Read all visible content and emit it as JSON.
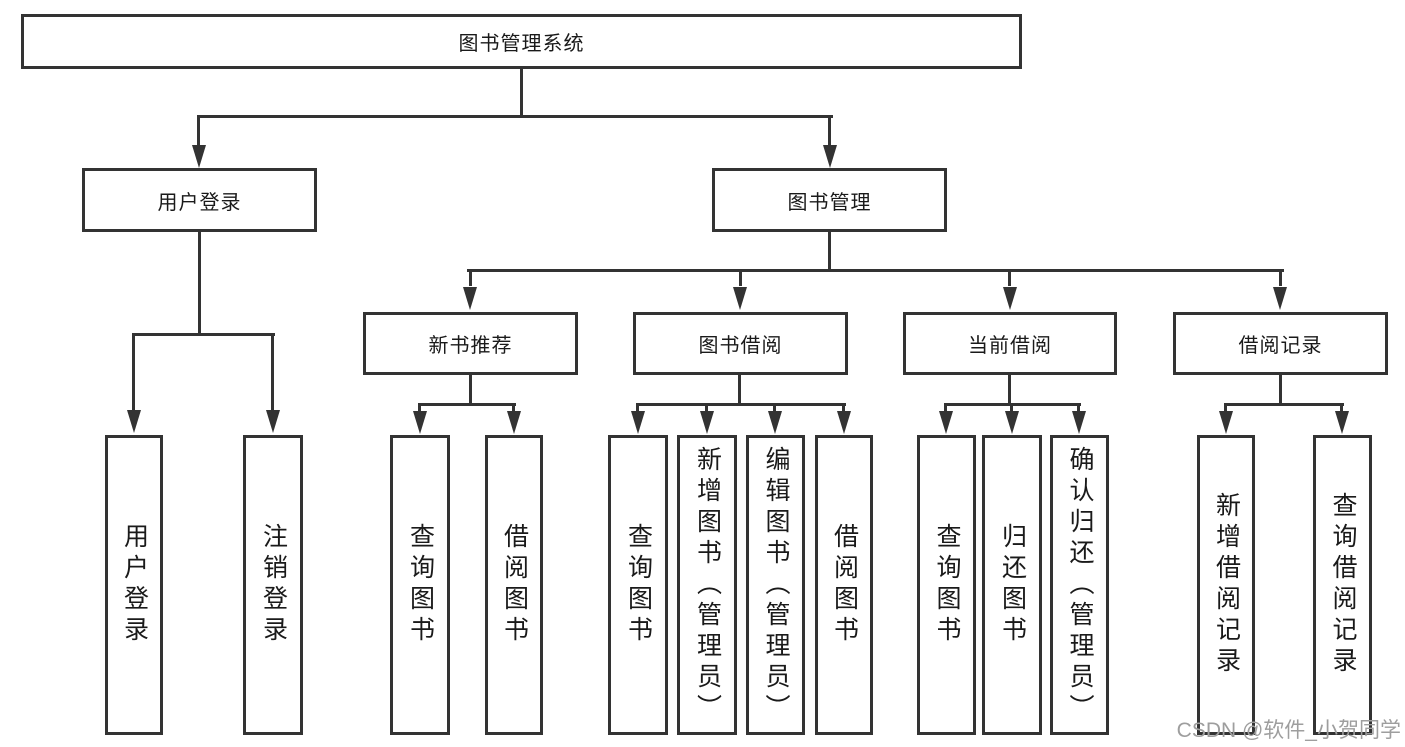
{
  "diagram": {
    "type": "tree",
    "colors": {
      "line": "#333333",
      "box_border": "#333333",
      "text": "#1a1a1a",
      "watermark": "#9e9e9e",
      "background": "#ffffff"
    },
    "tree": {
      "label": "图书管理系统",
      "children": [
        {
          "label": "用户登录",
          "children": [
            {
              "label": "用户登录"
            },
            {
              "label": "注销登录"
            }
          ]
        },
        {
          "label": "图书管理",
          "children": [
            {
              "label": "新书推荐",
              "children": [
                {
                  "label": "查询图书"
                },
                {
                  "label": "借阅图书"
                }
              ]
            },
            {
              "label": "图书借阅",
              "children": [
                {
                  "label": "查询图书"
                },
                {
                  "label": "新增图书（管理员）"
                },
                {
                  "label": "编辑图书（管理员）"
                },
                {
                  "label": "借阅图书"
                }
              ]
            },
            {
              "label": "当前借阅",
              "children": [
                {
                  "label": "查询图书"
                },
                {
                  "label": "归还图书"
                },
                {
                  "label": "确认归还（管理员）"
                }
              ]
            },
            {
              "label": "借阅记录",
              "children": [
                {
                  "label": "新增借阅记录"
                },
                {
                  "label": "查询借阅记录"
                }
              ]
            }
          ]
        }
      ]
    },
    "watermark": {
      "text": "CSDN @软件_小贺同学"
    }
  }
}
